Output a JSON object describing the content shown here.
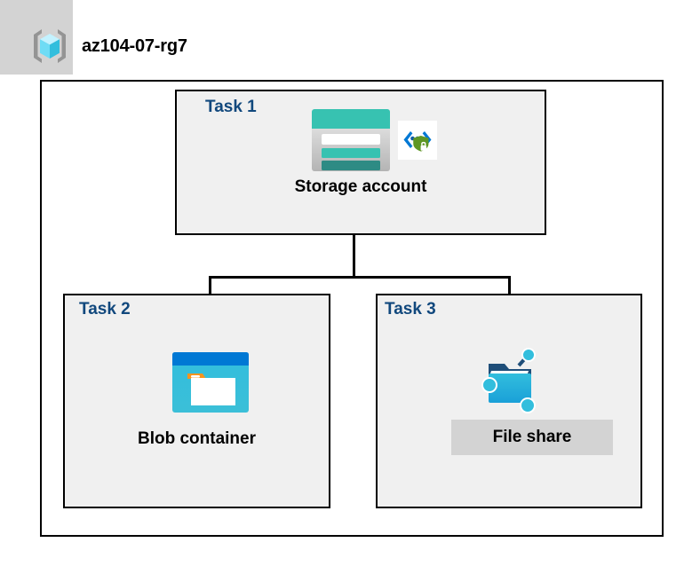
{
  "header": {
    "icon": "resource-group-icon",
    "title": "az104-07-rg7"
  },
  "diagram": {
    "type": "azure-architecture",
    "container_name": "az104-07-rg7",
    "nodes": [
      {
        "id": "task1",
        "task_label": "Task 1",
        "node_label": "Storage account",
        "icons": [
          "storage-account-icon",
          "secure-transfer-icon"
        ]
      },
      {
        "id": "task2",
        "task_label": "Task 2",
        "node_label": "Blob container",
        "icons": [
          "blob-container-icon"
        ]
      },
      {
        "id": "task3",
        "task_label": "Task 3",
        "node_label": "File share",
        "icons": [
          "file-share-icon"
        ]
      }
    ],
    "edges": [
      {
        "from": "task1",
        "to": "task2"
      },
      {
        "from": "task1",
        "to": "task3"
      }
    ]
  },
  "colors": {
    "task_label": "#11487d",
    "node_label": "#000000",
    "box_fill": "#f0f0f0",
    "box_border": "#000000",
    "container_fill": "#ffffff",
    "highlight": "#d3d3d3",
    "storage_teal": "#37c2b1",
    "storage_teal_dark": "#2e8b84",
    "blob_blue": "#0078d4",
    "blob_cyan": "#32bedd",
    "blob_orange": "#f7941e",
    "shield_green": "#5e9624",
    "chevron_blue": "#0078d4",
    "cube_cyan": "#9cebff",
    "bracket_gray": "#949494"
  }
}
